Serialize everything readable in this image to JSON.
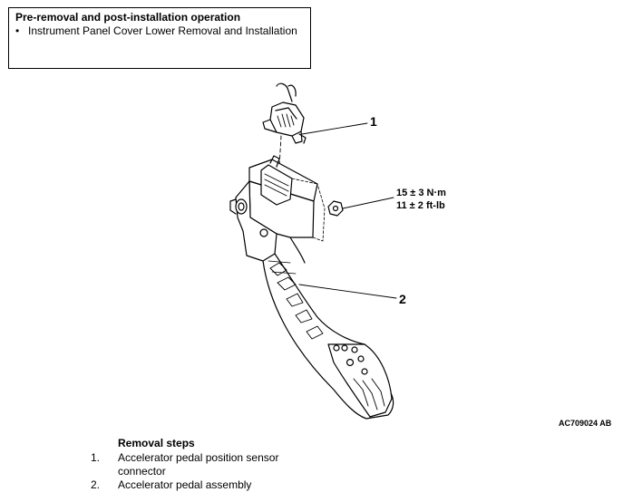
{
  "note": {
    "title": "Pre-removal and post-installation operation",
    "bullet": "•",
    "items": [
      "Instrument Panel Cover Lower Removal and Installation"
    ]
  },
  "callouts": {
    "one": "1",
    "two": "2"
  },
  "torque": {
    "metric": "15 ± 3 N·m",
    "imperial": "11 ± 2 ft-lb"
  },
  "figure_id": "AC709024 AB",
  "removal": {
    "title": "Removal steps",
    "steps": [
      {
        "num": "1.",
        "text": "Accelerator pedal position sensor connector"
      },
      {
        "num": "2.",
        "text": "Accelerator pedal assembly"
      }
    ]
  }
}
